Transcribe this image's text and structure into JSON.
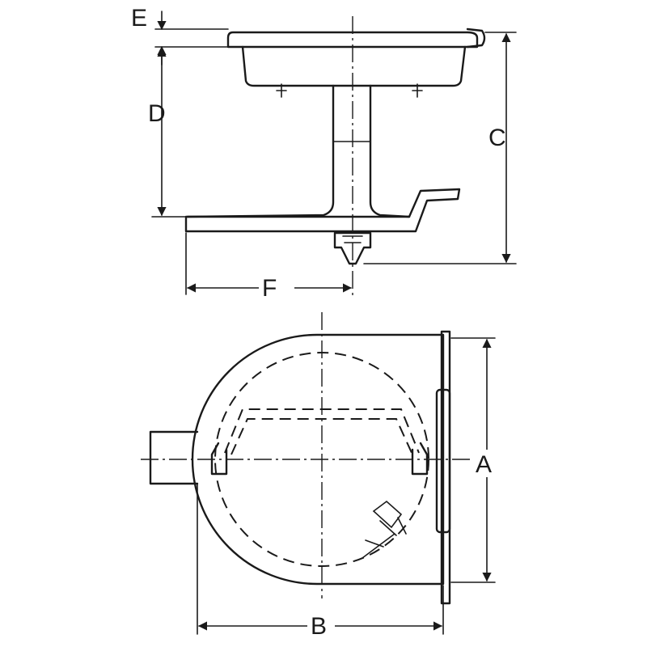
{
  "diagram": {
    "dimension_labels": {
      "a": "A",
      "b": "B",
      "c": "C",
      "d": "D",
      "e": "E",
      "f": "F"
    }
  }
}
